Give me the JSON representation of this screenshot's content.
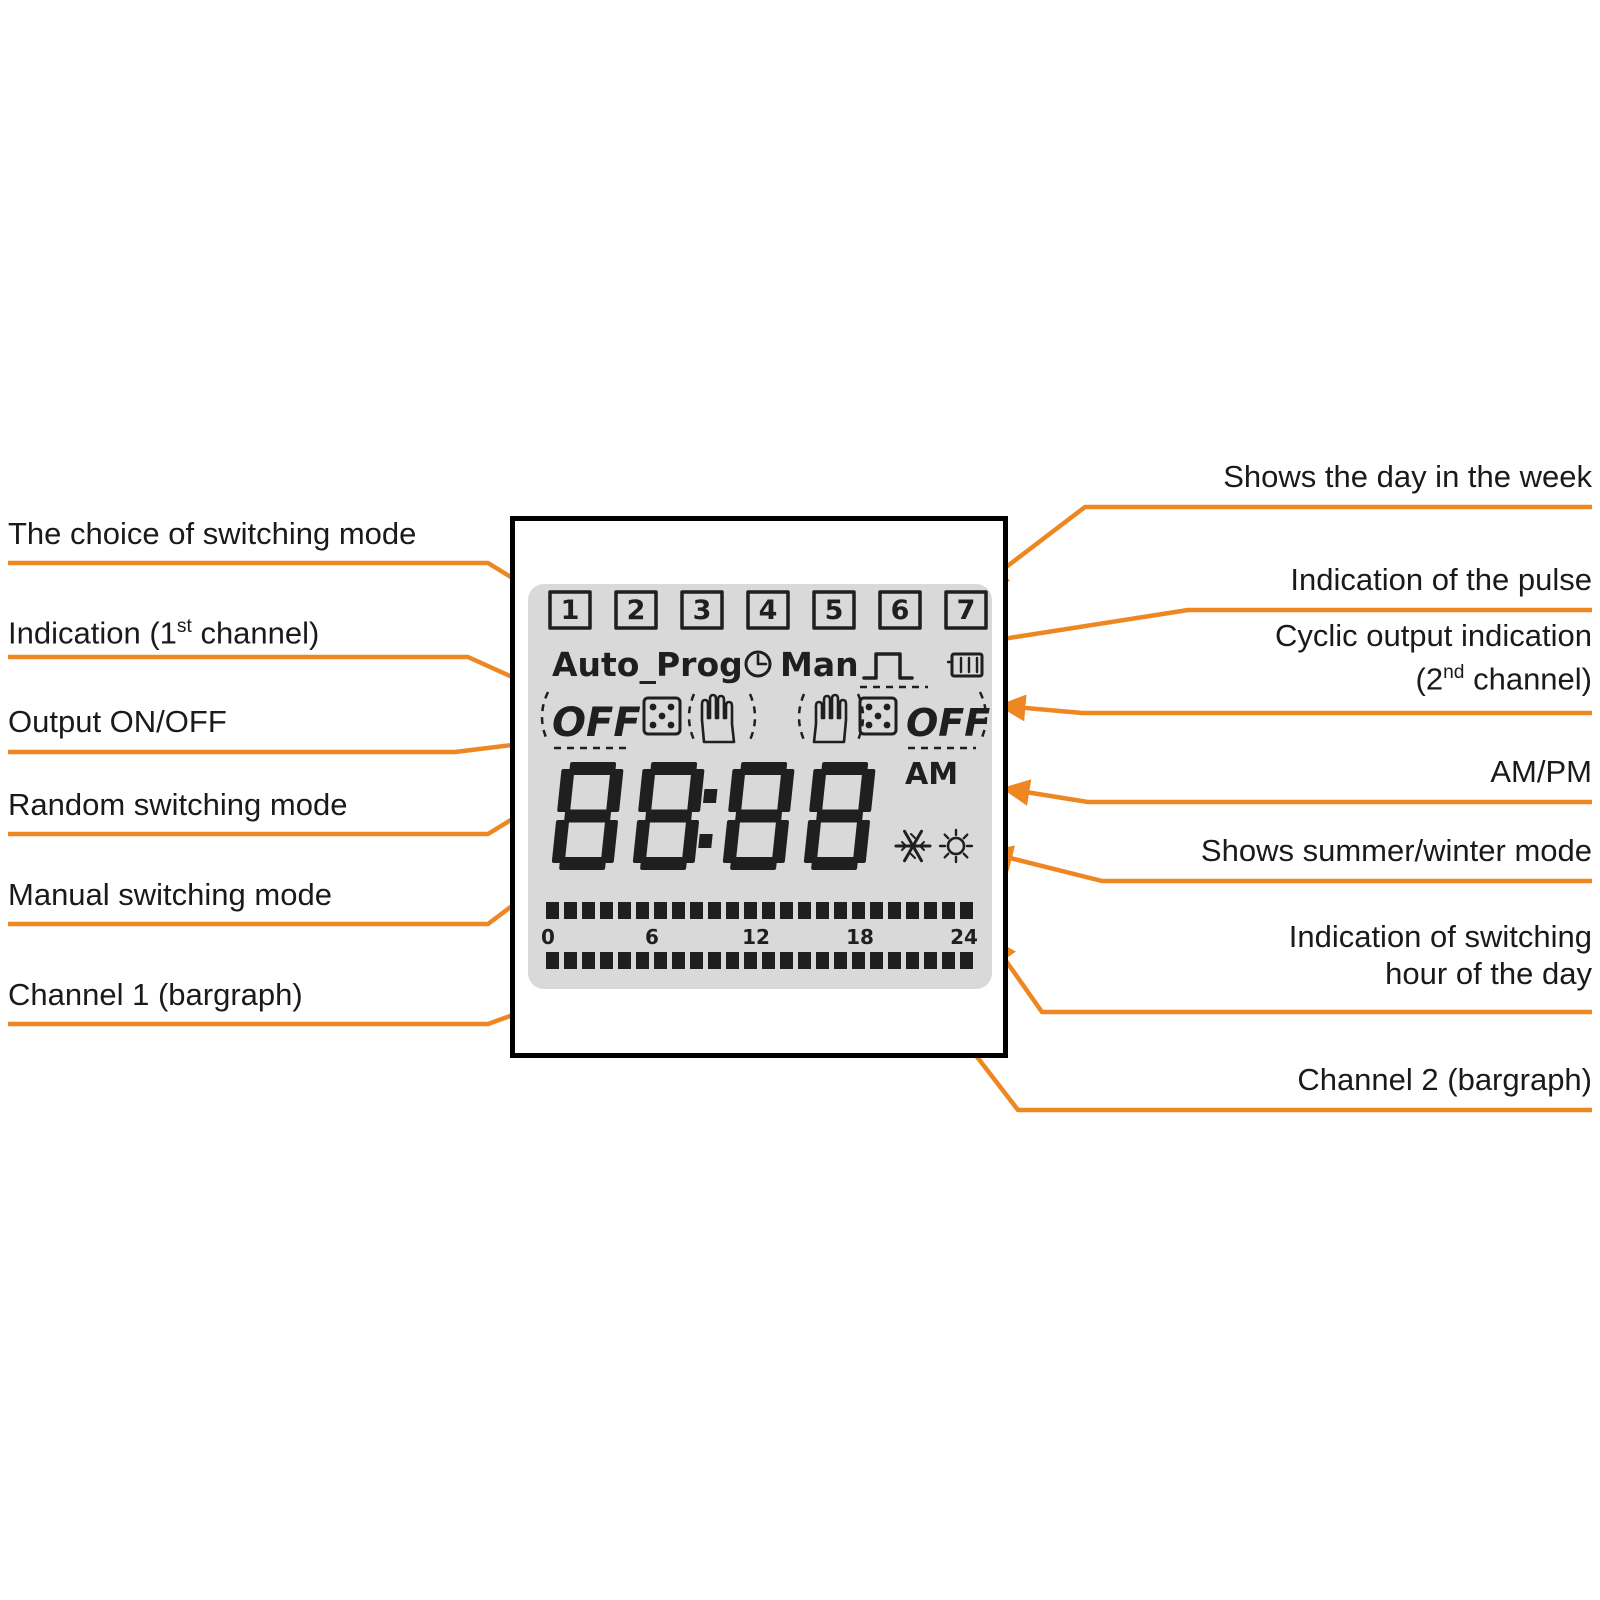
{
  "colors": {
    "accent": "#EE8722",
    "ink": "#1A1A1A",
    "lcd_bg": "#D9D9D9"
  },
  "left_labels": [
    {
      "text": "The choice of switching mode"
    },
    {
      "pre": "Indication (1",
      "sup": "st",
      "post": " channel)"
    },
    {
      "text": "Output ON/OFF"
    },
    {
      "text": "Random switching mode"
    },
    {
      "text": "Manual switching mode"
    },
    {
      "text": "Channel 1 (bargraph)"
    }
  ],
  "right_labels": [
    {
      "text": "Shows the day in the week"
    },
    {
      "text": "Indication of the pulse"
    },
    {
      "line1": "Cyclic output indication",
      "line2_pre": "(2",
      "sup": "nd",
      "line2_post": " channel)"
    },
    {
      "text": "AM/PM"
    },
    {
      "text": "Shows summer/winter mode"
    },
    {
      "line1": "Indication of switching",
      "line2": "hour of the day"
    },
    {
      "text": "Channel 2 (bargraph)"
    }
  ],
  "lcd": {
    "days": [
      "1",
      "2",
      "3",
      "4",
      "5",
      "6",
      "7"
    ],
    "auto_prog": "Auto_Prog",
    "man": "Man",
    "off_left": "OFF",
    "off_right": "OFF",
    "time": "88:88",
    "am_pm": "AM",
    "hour_ticks": [
      "0",
      "6",
      "12",
      "18",
      "24"
    ]
  },
  "icons": {
    "clock": "◷",
    "pulse": "⎍",
    "random_dice": "⚄",
    "manual_hand": "✋",
    "winter": "❄",
    "summer": "☀",
    "cyclic_output": "▤"
  }
}
